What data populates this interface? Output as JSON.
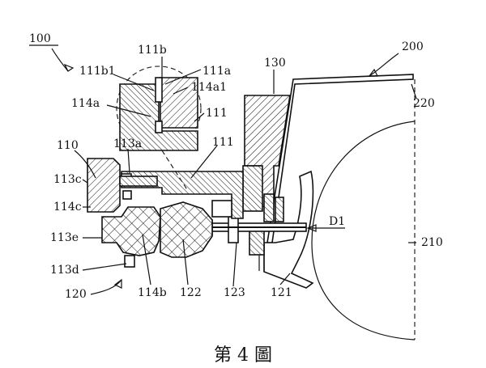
{
  "labels": {
    "l100": "100",
    "l111b": "111b",
    "l111b1": "111b1",
    "l111a": "111a",
    "l114a1": "114a1",
    "l114a": "114a",
    "l111_detail": "111",
    "l130": "130",
    "l200": "200",
    "l220": "220",
    "l110": "110",
    "l113a": "113a",
    "l111": "111",
    "l113c": "113c",
    "l114c": "114c",
    "l113e": "113e",
    "l113d": "113d",
    "l120": "120",
    "l114b": "114b",
    "l122": "122",
    "l123": "123",
    "l121": "121",
    "lD1": "D1",
    "l210": "210"
  },
  "caption": "第 4 圖"
}
